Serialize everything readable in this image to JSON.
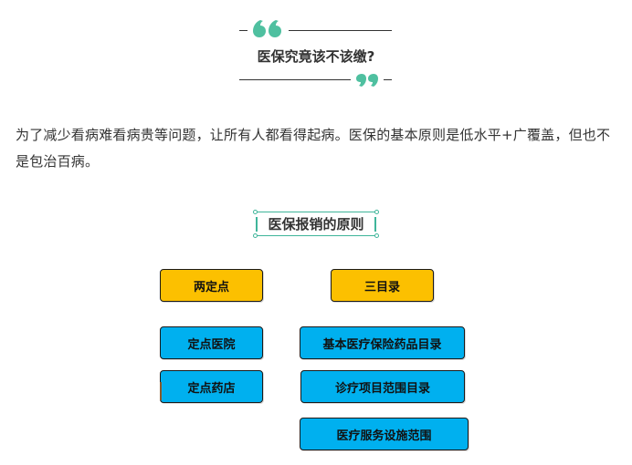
{
  "header": {
    "title": "医保究竟该不该缴?",
    "accent_color": "#4fc0a0"
  },
  "intro": {
    "text": "为了减少看病难看病贵等问题，让所有人都看得起病。医保的基本原则是低水平+广覆盖，但也不是包治百病。"
  },
  "section": {
    "title": "医保报销的原则"
  },
  "diagram": {
    "headers": [
      {
        "label": "两定点",
        "color": "#fcc000"
      },
      {
        "label": "三目录",
        "color": "#fcc000"
      }
    ],
    "left_items": [
      {
        "label": "定点医院"
      },
      {
        "label": "定点药店"
      }
    ],
    "right_items": [
      {
        "label": "基本医疗保险药品目录"
      },
      {
        "label": "诊疗项目范围目录"
      },
      {
        "label": "医疗服务设施范围"
      }
    ],
    "item_color": "#00b0ef"
  }
}
